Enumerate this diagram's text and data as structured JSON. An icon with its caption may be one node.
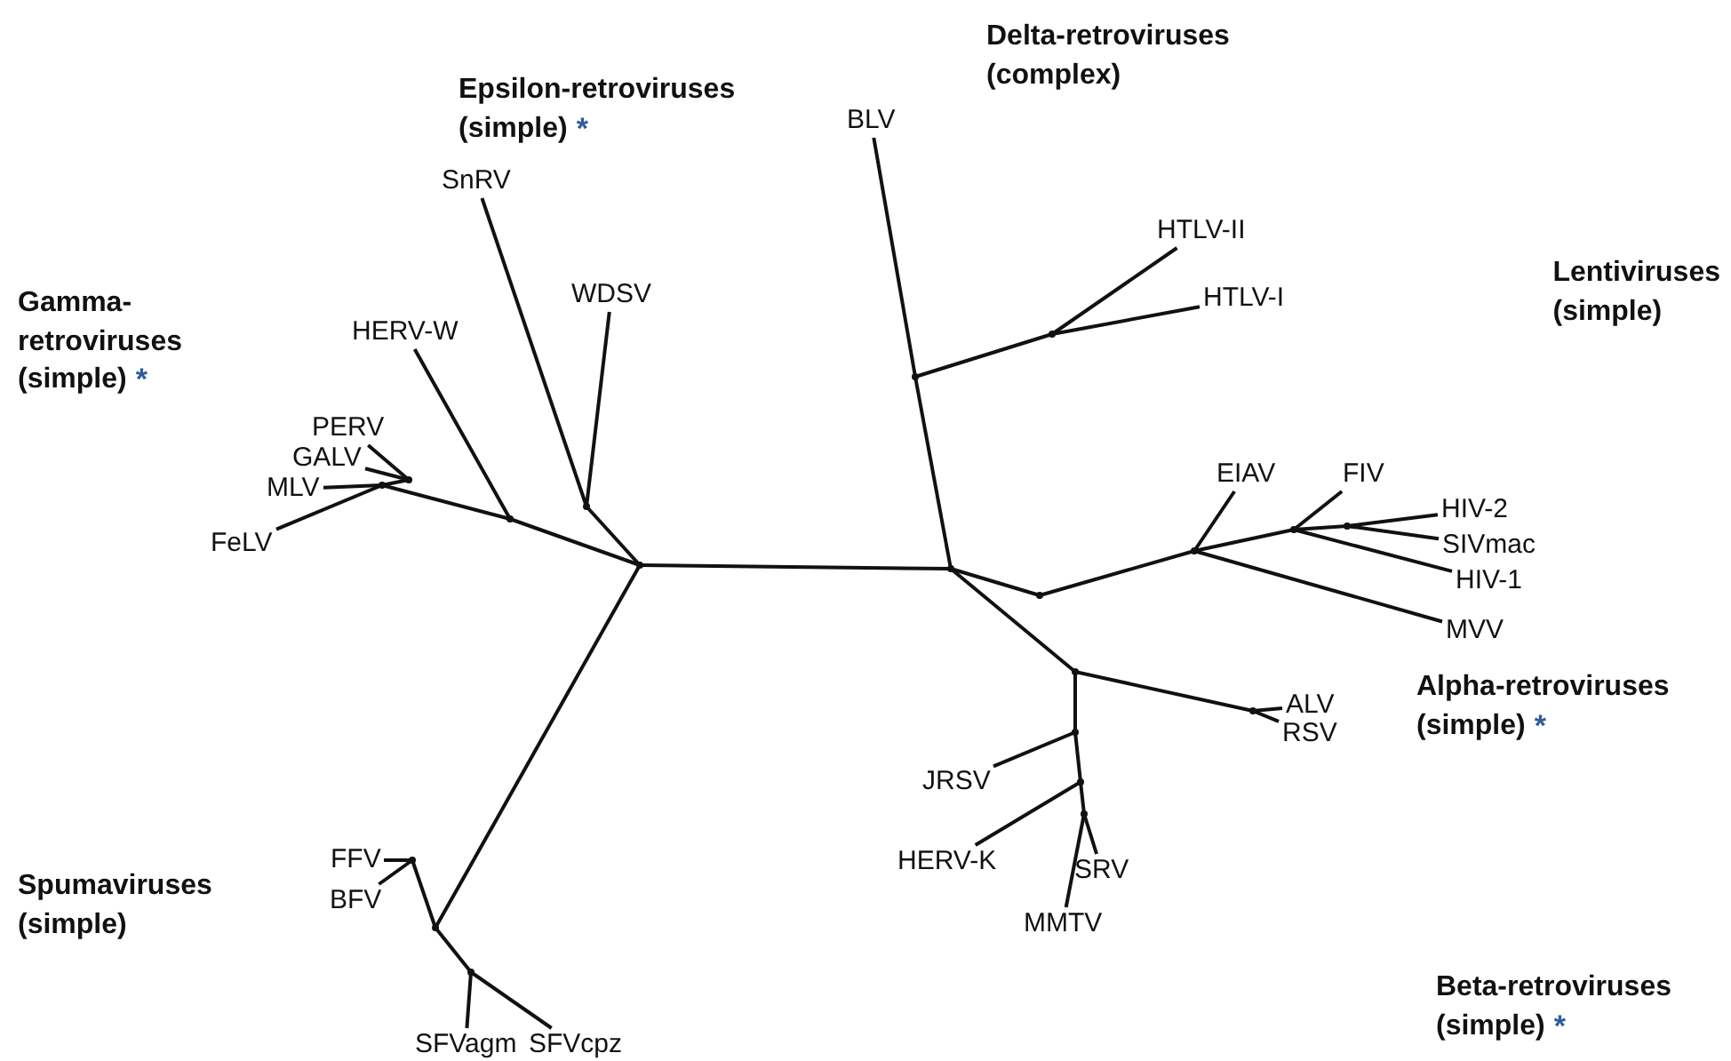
{
  "diagram": {
    "nodes": [
      {
        "text": [],
        "shape": "point"
      },
      {
        "text": [],
        "shape": "point"
      },
      {
        "text": [],
        "shape": "point"
      },
      {
        "text": [],
        "shape": "point"
      },
      {
        "text": [],
        "shape": "point"
      },
      {
        "text": [],
        "shape": "point"
      },
      {
        "text": [],
        "shape": "point"
      },
      {
        "text": [],
        "shape": "point"
      },
      {
        "text": [],
        "shape": "point"
      },
      {
        "text": [],
        "shape": "point"
      },
      {
        "text": [],
        "shape": "point"
      },
      {
        "text": [],
        "shape": "point"
      },
      {
        "text": [],
        "shape": "point"
      },
      {
        "text": [],
        "shape": "point"
      },
      {
        "text": [],
        "shape": "point"
      },
      {
        "text": [],
        "shape": "point"
      },
      {
        "text": [],
        "shape": "point"
      },
      {
        "text": [],
        "shape": "point"
      },
      {
        "text": [],
        "shape": "point"
      },
      {
        "text": [],
        "shape": "point"
      },
      {
        "text": [
          "SnRV"
        ]
      },
      {
        "text": [
          "WDSV"
        ]
      },
      {
        "text": [
          "HERV-W"
        ]
      },
      {
        "text": [
          "PERV"
        ]
      },
      {
        "text": [
          "GALV"
        ]
      },
      {
        "text": [
          "MLV"
        ]
      },
      {
        "text": [
          "FeLV"
        ]
      },
      {
        "text": [
          "FFV"
        ]
      },
      {
        "text": [
          "BFV"
        ]
      },
      {
        "text": [
          "SFVagm"
        ]
      },
      {
        "text": [
          "SFVcpz"
        ]
      },
      {
        "text": [
          "BLV"
        ]
      },
      {
        "text": [
          "HTLV-II"
        ]
      },
      {
        "text": [
          "HTLV-I"
        ]
      },
      {
        "text": [
          "EIAV"
        ]
      },
      {
        "text": [
          "FIV"
        ]
      },
      {
        "text": [
          "HIV-2"
        ]
      },
      {
        "text": [
          "SIVmac"
        ]
      },
      {
        "text": [
          "HIV-1"
        ]
      },
      {
        "text": [
          "MVV"
        ]
      },
      {
        "text": [
          "ALV"
        ]
      },
      {
        "text": [
          "RSV"
        ]
      },
      {
        "text": [
          "JRSV"
        ]
      },
      {
        "text": [
          "HERV-K"
        ]
      },
      {
        "text": [
          "MMTV"
        ]
      },
      {
        "text": [
          "SRV"
        ]
      }
    ],
    "edges": [
      {
        "from": 0,
        "to": 1,
        "arrow": "none"
      },
      {
        "from": 0,
        "to": 2,
        "arrow": "none"
      },
      {
        "from": 2,
        "to": 3,
        "arrow": "none"
      },
      {
        "from": 3,
        "to": 26,
        "arrow": "none"
      },
      {
        "from": 3,
        "to": 25,
        "arrow": "none"
      },
      {
        "from": 3,
        "to": 4,
        "arrow": "none"
      },
      {
        "from": 4,
        "to": 24,
        "arrow": "none"
      },
      {
        "from": 4,
        "to": 23,
        "arrow": "none"
      },
      {
        "from": 2,
        "to": 22,
        "arrow": "none"
      },
      {
        "from": 0,
        "to": 5,
        "arrow": "none"
      },
      {
        "from": 5,
        "to": 20,
        "arrow": "none"
      },
      {
        "from": 5,
        "to": 21,
        "arrow": "none"
      },
      {
        "from": 0,
        "to": 6,
        "arrow": "none"
      },
      {
        "from": 6,
        "to": 7,
        "arrow": "none"
      },
      {
        "from": 7,
        "to": 27,
        "arrow": "none"
      },
      {
        "from": 7,
        "to": 28,
        "arrow": "none"
      },
      {
        "from": 6,
        "to": 8,
        "arrow": "none"
      },
      {
        "from": 8,
        "to": 29,
        "arrow": "none"
      },
      {
        "from": 8,
        "to": 30,
        "arrow": "none"
      },
      {
        "from": 1,
        "to": 9,
        "arrow": "none"
      },
      {
        "from": 9,
        "to": 31,
        "arrow": "none"
      },
      {
        "from": 9,
        "to": 10,
        "arrow": "none"
      },
      {
        "from": 10,
        "to": 32,
        "arrow": "none"
      },
      {
        "from": 10,
        "to": 33,
        "arrow": "none"
      },
      {
        "from": 1,
        "to": 11,
        "arrow": "none"
      },
      {
        "from": 11,
        "to": 12,
        "arrow": "none"
      },
      {
        "from": 12,
        "to": 34,
        "arrow": "none"
      },
      {
        "from": 12,
        "to": 13,
        "arrow": "none"
      },
      {
        "from": 13,
        "to": 35,
        "arrow": "none"
      },
      {
        "from": 13,
        "to": 14,
        "arrow": "none"
      },
      {
        "from": 14,
        "to": 36,
        "arrow": "none"
      },
      {
        "from": 14,
        "to": 37,
        "arrow": "none"
      },
      {
        "from": 13,
        "to": 38,
        "arrow": "none"
      },
      {
        "from": 12,
        "to": 39,
        "arrow": "none"
      },
      {
        "from": 1,
        "to": 15,
        "arrow": "none"
      },
      {
        "from": 15,
        "to": 16,
        "arrow": "none"
      },
      {
        "from": 16,
        "to": 40,
        "arrow": "none"
      },
      {
        "from": 16,
        "to": 41,
        "arrow": "none"
      },
      {
        "from": 15,
        "to": 17,
        "arrow": "none"
      },
      {
        "from": 17,
        "to": 42,
        "arrow": "none"
      },
      {
        "from": 17,
        "to": 18,
        "arrow": "none"
      },
      {
        "from": 18,
        "to": 43,
        "arrow": "none"
      },
      {
        "from": 18,
        "to": 19,
        "arrow": "none"
      },
      {
        "from": 19,
        "to": 44,
        "arrow": "none"
      },
      {
        "from": 19,
        "to": 45,
        "arrow": "none"
      }
    ],
    "labels": [
      "Delta-retroviruses (complex)",
      "Epsilon-retroviruses (simple)",
      "*",
      "Gamma- retroviruses (simple)",
      "*",
      "Lentiviruses (simple)",
      "Alpha-retroviruses (simple)",
      "*",
      "Spumaviruses (simple)",
      "Beta-retroviruses (simple)",
      "*"
    ]
  }
}
